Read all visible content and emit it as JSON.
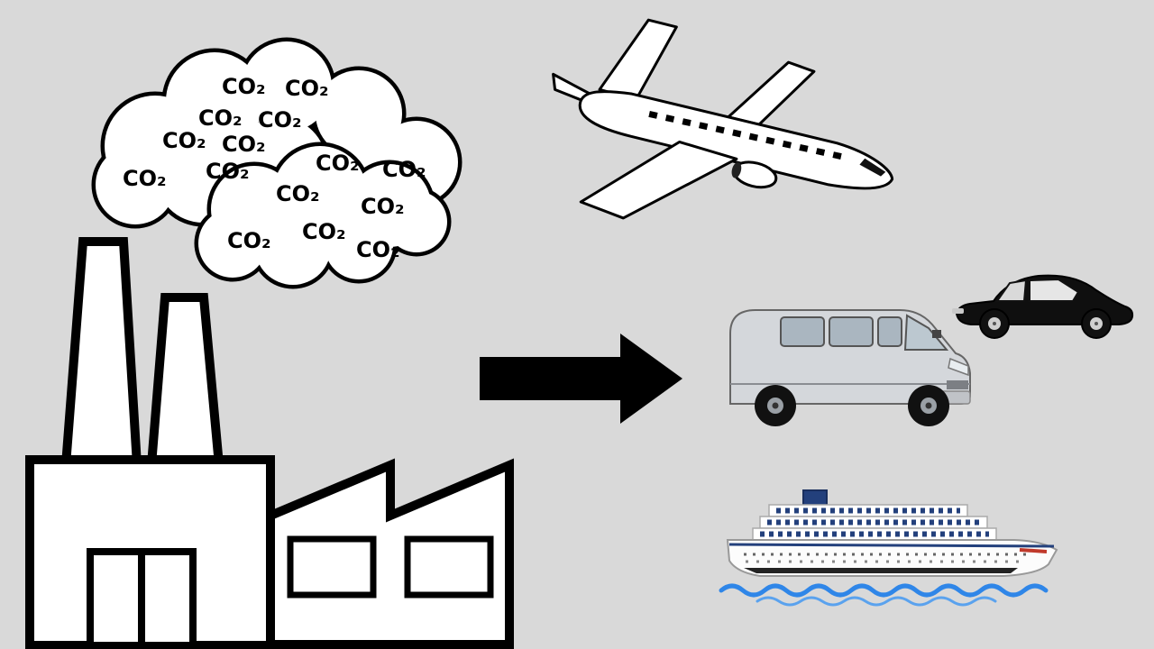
{
  "diagram": {
    "co2_count": 15,
    "co2_labels": [
      "CO₂",
      "CO₂",
      "CO₂",
      "CO₂",
      "CO₂",
      "CO₂",
      "CO₂",
      "CO₂",
      "CO₂",
      "CO₂",
      "CO₂",
      "CO₂",
      "CO₂",
      "CO₂",
      "CO₂"
    ]
  },
  "colors": {
    "background": "#d9d9d9",
    "line": "#000000",
    "white": "#ffffff",
    "water": "#2f86e8",
    "ship_blue": "#23407c",
    "ship_red": "#c0392b",
    "van_gray": "#d4d7db",
    "car_black": "#0f0f0f"
  }
}
